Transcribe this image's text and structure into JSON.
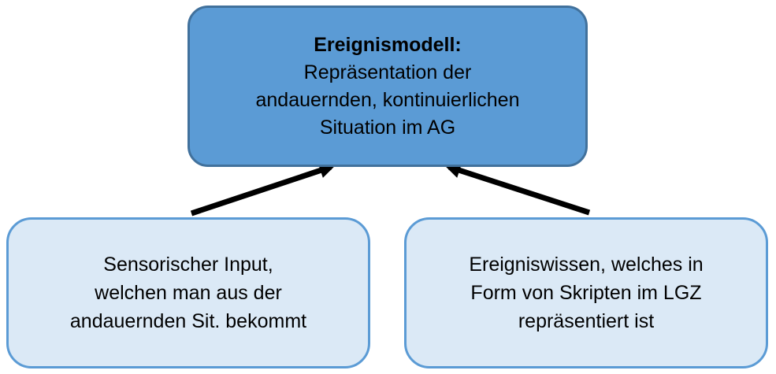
{
  "diagram": {
    "model_box": {
      "title": "Ereignismodell:",
      "lines": [
        "Repräsentation der",
        "andauernden, kontinuierlichen",
        "Situation im AG"
      ]
    },
    "sensory_box": {
      "lines": [
        "Sensorischer Input,",
        "welchen man aus der",
        "andauernden Sit. bekommt"
      ]
    },
    "knowledge_box": {
      "lines": [
        "Ereigniswissen, welches in",
        "Form von Skripten im LGZ",
        "repräsentiert ist"
      ]
    }
  },
  "colors": {
    "model-box-fill": "#5b9bd5",
    "model-box-border": "#41719c",
    "info-box-fill": "#dbe9f6",
    "info-box-border": "#5b9bd5",
    "arrow": "#000000",
    "text": "#000000"
  }
}
